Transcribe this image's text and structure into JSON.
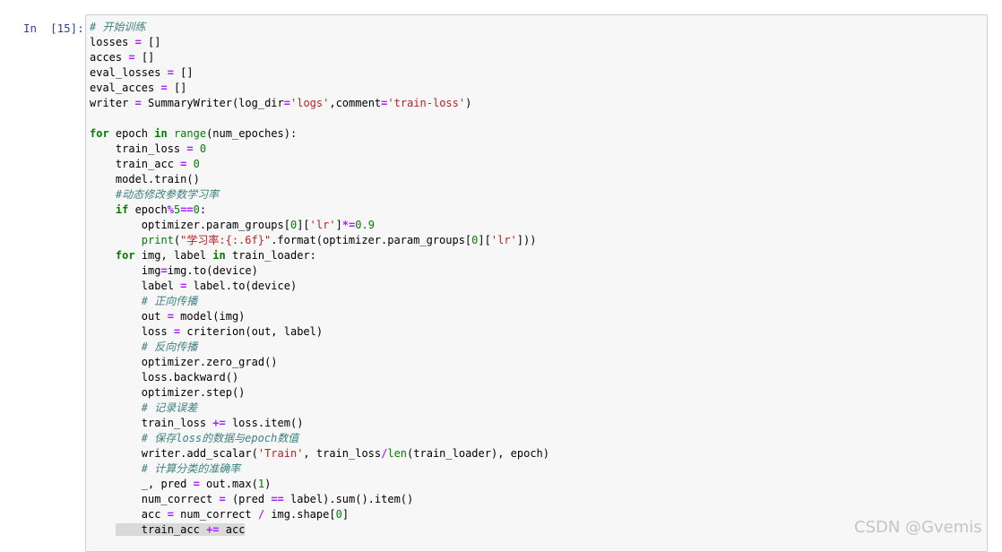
{
  "cell": {
    "prompt": "In  [15]:",
    "lines": [
      [
        {
          "t": "# 开始训练",
          "c": "cm"
        }
      ],
      [
        {
          "t": "losses "
        },
        {
          "t": "=",
          "c": "op"
        },
        {
          "t": " []"
        }
      ],
      [
        {
          "t": "acces "
        },
        {
          "t": "=",
          "c": "op"
        },
        {
          "t": " []"
        }
      ],
      [
        {
          "t": "eval_losses "
        },
        {
          "t": "=",
          "c": "op"
        },
        {
          "t": " []"
        }
      ],
      [
        {
          "t": "eval_acces "
        },
        {
          "t": "=",
          "c": "op"
        },
        {
          "t": " []"
        }
      ],
      [
        {
          "t": "writer "
        },
        {
          "t": "=",
          "c": "op"
        },
        {
          "t": " SummaryWriter(log_dir"
        },
        {
          "t": "=",
          "c": "op"
        },
        {
          "t": "'logs'",
          "c": "st"
        },
        {
          "t": ",comment"
        },
        {
          "t": "=",
          "c": "op"
        },
        {
          "t": "'train-loss'",
          "c": "st"
        },
        {
          "t": ")"
        }
      ],
      [],
      [
        {
          "t": "for",
          "c": "kw"
        },
        {
          "t": " epoch "
        },
        {
          "t": "in",
          "c": "kw"
        },
        {
          "t": " "
        },
        {
          "t": "range",
          "c": "bi"
        },
        {
          "t": "(num_epoches):"
        }
      ],
      [
        {
          "t": "    train_loss "
        },
        {
          "t": "=",
          "c": "op"
        },
        {
          "t": " "
        },
        {
          "t": "0",
          "c": "nu"
        }
      ],
      [
        {
          "t": "    train_acc "
        },
        {
          "t": "=",
          "c": "op"
        },
        {
          "t": " "
        },
        {
          "t": "0",
          "c": "nu"
        }
      ],
      [
        {
          "t": "    model.train()"
        }
      ],
      [
        {
          "t": "    "
        },
        {
          "t": "#动态修改参数学习率",
          "c": "cm"
        }
      ],
      [
        {
          "t": "    "
        },
        {
          "t": "if",
          "c": "kw"
        },
        {
          "t": " epoch"
        },
        {
          "t": "%",
          "c": "op"
        },
        {
          "t": "5",
          "c": "nu"
        },
        {
          "t": "==",
          "c": "op"
        },
        {
          "t": "0",
          "c": "nu"
        },
        {
          "t": ":"
        }
      ],
      [
        {
          "t": "        optimizer.param_groups["
        },
        {
          "t": "0",
          "c": "nu"
        },
        {
          "t": "]["
        },
        {
          "t": "'lr'",
          "c": "st"
        },
        {
          "t": "]"
        },
        {
          "t": "*=",
          "c": "op"
        },
        {
          "t": "0.9",
          "c": "nu"
        }
      ],
      [
        {
          "t": "        "
        },
        {
          "t": "print",
          "c": "bi"
        },
        {
          "t": "("
        },
        {
          "t": "\"学习率:{:.6f}\"",
          "c": "st"
        },
        {
          "t": ".format(optimizer.param_groups["
        },
        {
          "t": "0",
          "c": "nu"
        },
        {
          "t": "]["
        },
        {
          "t": "'lr'",
          "c": "st"
        },
        {
          "t": "]))"
        }
      ],
      [
        {
          "t": "    "
        },
        {
          "t": "for",
          "c": "kw"
        },
        {
          "t": " img, label "
        },
        {
          "t": "in",
          "c": "kw"
        },
        {
          "t": " train_loader:"
        }
      ],
      [
        {
          "t": "        img"
        },
        {
          "t": "=",
          "c": "op"
        },
        {
          "t": "img.to(device)"
        }
      ],
      [
        {
          "t": "        label "
        },
        {
          "t": "=",
          "c": "op"
        },
        {
          "t": " label.to(device)"
        }
      ],
      [
        {
          "t": "        "
        },
        {
          "t": "# 正向传播",
          "c": "cm"
        }
      ],
      [
        {
          "t": "        out "
        },
        {
          "t": "=",
          "c": "op"
        },
        {
          "t": " model(img)"
        }
      ],
      [
        {
          "t": "        loss "
        },
        {
          "t": "=",
          "c": "op"
        },
        {
          "t": " criterion(out, label)"
        }
      ],
      [
        {
          "t": "        "
        },
        {
          "t": "# 反向传播",
          "c": "cm"
        }
      ],
      [
        {
          "t": "        optimizer.zero_grad()"
        }
      ],
      [
        {
          "t": "        loss.backward()"
        }
      ],
      [
        {
          "t": "        optimizer.step()"
        }
      ],
      [
        {
          "t": "        "
        },
        {
          "t": "# 记录误差",
          "c": "cm"
        }
      ],
      [
        {
          "t": "        train_loss "
        },
        {
          "t": "+=",
          "c": "op"
        },
        {
          "t": " loss.item()"
        }
      ],
      [
        {
          "t": "        "
        },
        {
          "t": "# 保存loss的数据与epoch数值",
          "c": "cm"
        }
      ],
      [
        {
          "t": "        writer.add_scalar("
        },
        {
          "t": "'Train'",
          "c": "st"
        },
        {
          "t": ", train_loss"
        },
        {
          "t": "/",
          "c": "op"
        },
        {
          "t": "len",
          "c": "bi"
        },
        {
          "t": "(train_loader), epoch)"
        }
      ],
      [
        {
          "t": "        "
        },
        {
          "t": "# 计算分类的准确率",
          "c": "cm"
        }
      ],
      [
        {
          "t": "        _, pred "
        },
        {
          "t": "=",
          "c": "op"
        },
        {
          "t": " out.max("
        },
        {
          "t": "1",
          "c": "nu"
        },
        {
          "t": ")"
        }
      ],
      [
        {
          "t": "        num_correct "
        },
        {
          "t": "=",
          "c": "op"
        },
        {
          "t": " (pred "
        },
        {
          "t": "==",
          "c": "op"
        },
        {
          "t": " label).sum().item()"
        }
      ],
      [
        {
          "t": "        acc "
        },
        {
          "t": "=",
          "c": "op"
        },
        {
          "t": " num_correct "
        },
        {
          "t": "/",
          "c": "op"
        },
        {
          "t": " img.shape["
        },
        {
          "t": "0",
          "c": "nu"
        },
        {
          "t": "]"
        }
      ],
      [
        {
          "t": "    "
        },
        {
          "t": "    train_acc ",
          "sel": true
        },
        {
          "t": "+=",
          "c": "op",
          "sel": true
        },
        {
          "t": " acc",
          "sel": true
        }
      ]
    ]
  },
  "watermark": "CSDN @Gvemis"
}
